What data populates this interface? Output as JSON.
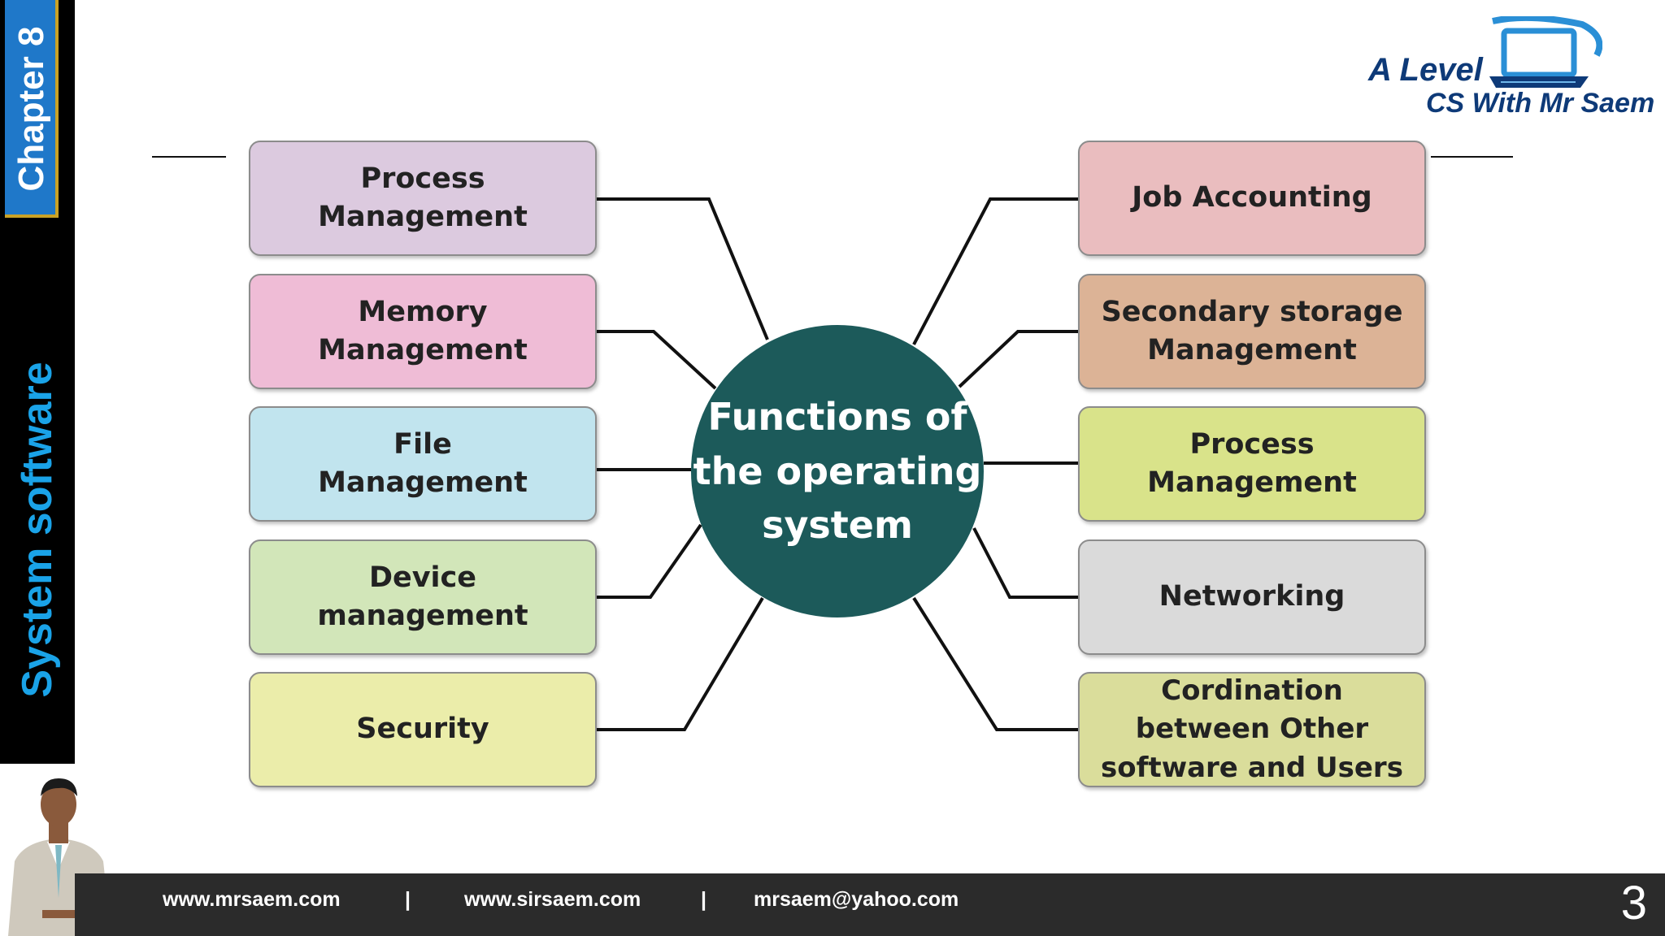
{
  "sidebar": {
    "chapter": "Chapter 8",
    "topic": "System software"
  },
  "logo": {
    "line1": "A Level",
    "line2": "CS With Mr Saem"
  },
  "diagram": {
    "center": "Functions of\nthe operating\nsystem",
    "left": [
      {
        "label": "Process\nManagement",
        "color": "#dccadf"
      },
      {
        "label": "Memory\nManagement",
        "color": "#efbcd6"
      },
      {
        "label": "File\nManagement",
        "color": "#c1e4ee"
      },
      {
        "label": "Device\nmanagement",
        "color": "#d2e6b9"
      },
      {
        "label": "Security",
        "color": "#ebedaa"
      }
    ],
    "right": [
      {
        "label": "Job Accounting",
        "color": "#eabdbf"
      },
      {
        "label": "Secondary storage\nManagement",
        "color": "#dcb396"
      },
      {
        "label": "Process\nManagement",
        "color": "#d9e38a"
      },
      {
        "label": "Networking",
        "color": "#dadada"
      },
      {
        "label": "Cordination\nbetween Other\nsoftware and Users",
        "color": "#dadd9b"
      }
    ]
  },
  "footer": {
    "site1": "www.mrsaem.com",
    "sep1": "|",
    "site2": "www.sirsaem.com",
    "sep2": "|",
    "email": "mrsaem@yahoo.com",
    "slide_number": "3"
  }
}
